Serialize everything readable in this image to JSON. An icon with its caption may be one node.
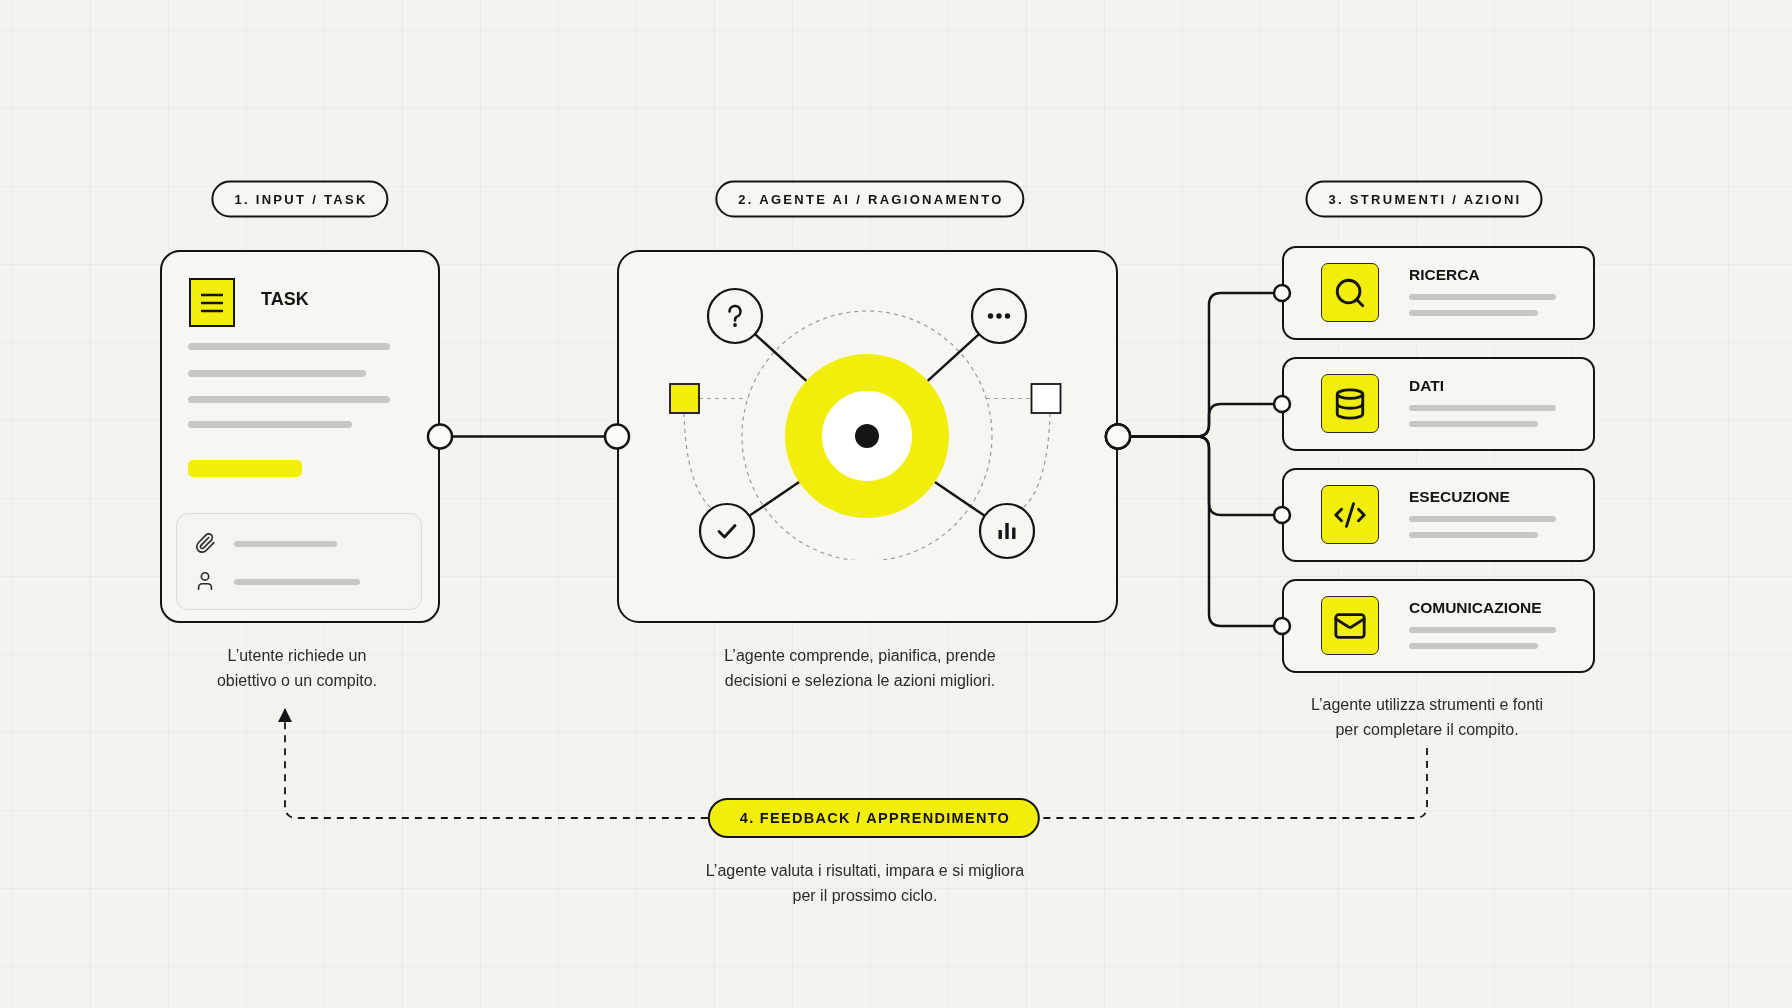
{
  "diagram": {
    "nodes": [
      {
        "text": [
          "1. INPUT / TASK"
        ]
      },
      {
        "text": [
          "2. AGENTE AI / RAGIONAMENTO"
        ]
      },
      {
        "text": [
          "3. STRUMENTI / AZIONI"
        ]
      },
      {
        "text": [
          "TASK"
        ]
      },
      {
        "text": [],
        "shape": "box",
        "beside": [
          "L’agente comprende, pianifica, prende decisioni e seleziona le azioni migliori."
        ]
      },
      {
        "text": [
          "RICERCA"
        ]
      },
      {
        "text": [
          "DATI"
        ]
      },
      {
        "text": [
          "ESECUZIONE"
        ]
      },
      {
        "text": [
          "COMUNICAZIONE"
        ]
      },
      {
        "text": [
          "L’utente richiede un obiettivo o un compito."
        ]
      },
      {
        "text": [
          "L’agente utilizza strumenti e fonti per completare il compito."
        ]
      },
      {
        "text": [
          "4. FEEDBACK / APPRENDIMENTO"
        ],
        "beside": [
          "L’agente valuta i risultati, impara e si migliora per il prossimo ciclo."
        ]
      }
    ],
    "edges": [
      {
        "from": 3,
        "to": 4,
        "arrow": "other"
      },
      {
        "from": 4,
        "to": 5,
        "arrow": "other"
      },
      {
        "from": 4,
        "to": 6,
        "arrow": "other"
      },
      {
        "from": 4,
        "to": 7,
        "arrow": "other"
      },
      {
        "from": 4,
        "to": 8,
        "arrow": "other"
      },
      {
        "from": 10,
        "to": 11,
        "arrow": "none",
        "style": "dashed"
      },
      {
        "from": 11,
        "to": 9,
        "arrow": "to",
        "style": "dashed"
      }
    ]
  }
}
